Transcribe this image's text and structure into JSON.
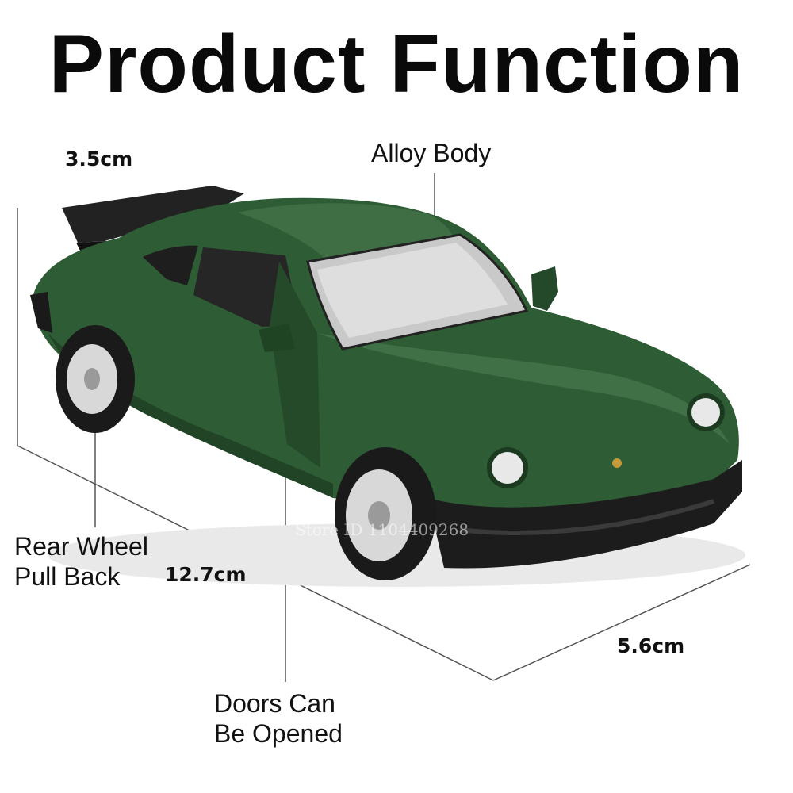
{
  "title": "Product Function",
  "labels": {
    "alloy_body": "Alloy Body",
    "rear_wheel": "Rear Wheel\nPull Back",
    "doors": "Doors Can\nBe Opened"
  },
  "dimensions": {
    "height": "3.5cm",
    "length": "12.7cm",
    "width": "5.6cm"
  },
  "watermark": "Store ID 1104409268",
  "colors": {
    "car_body": "#2e5c34",
    "car_shadow": "#1b3a1f",
    "tire": "#1a1a1a",
    "rim": "#d8d8d8"
  }
}
